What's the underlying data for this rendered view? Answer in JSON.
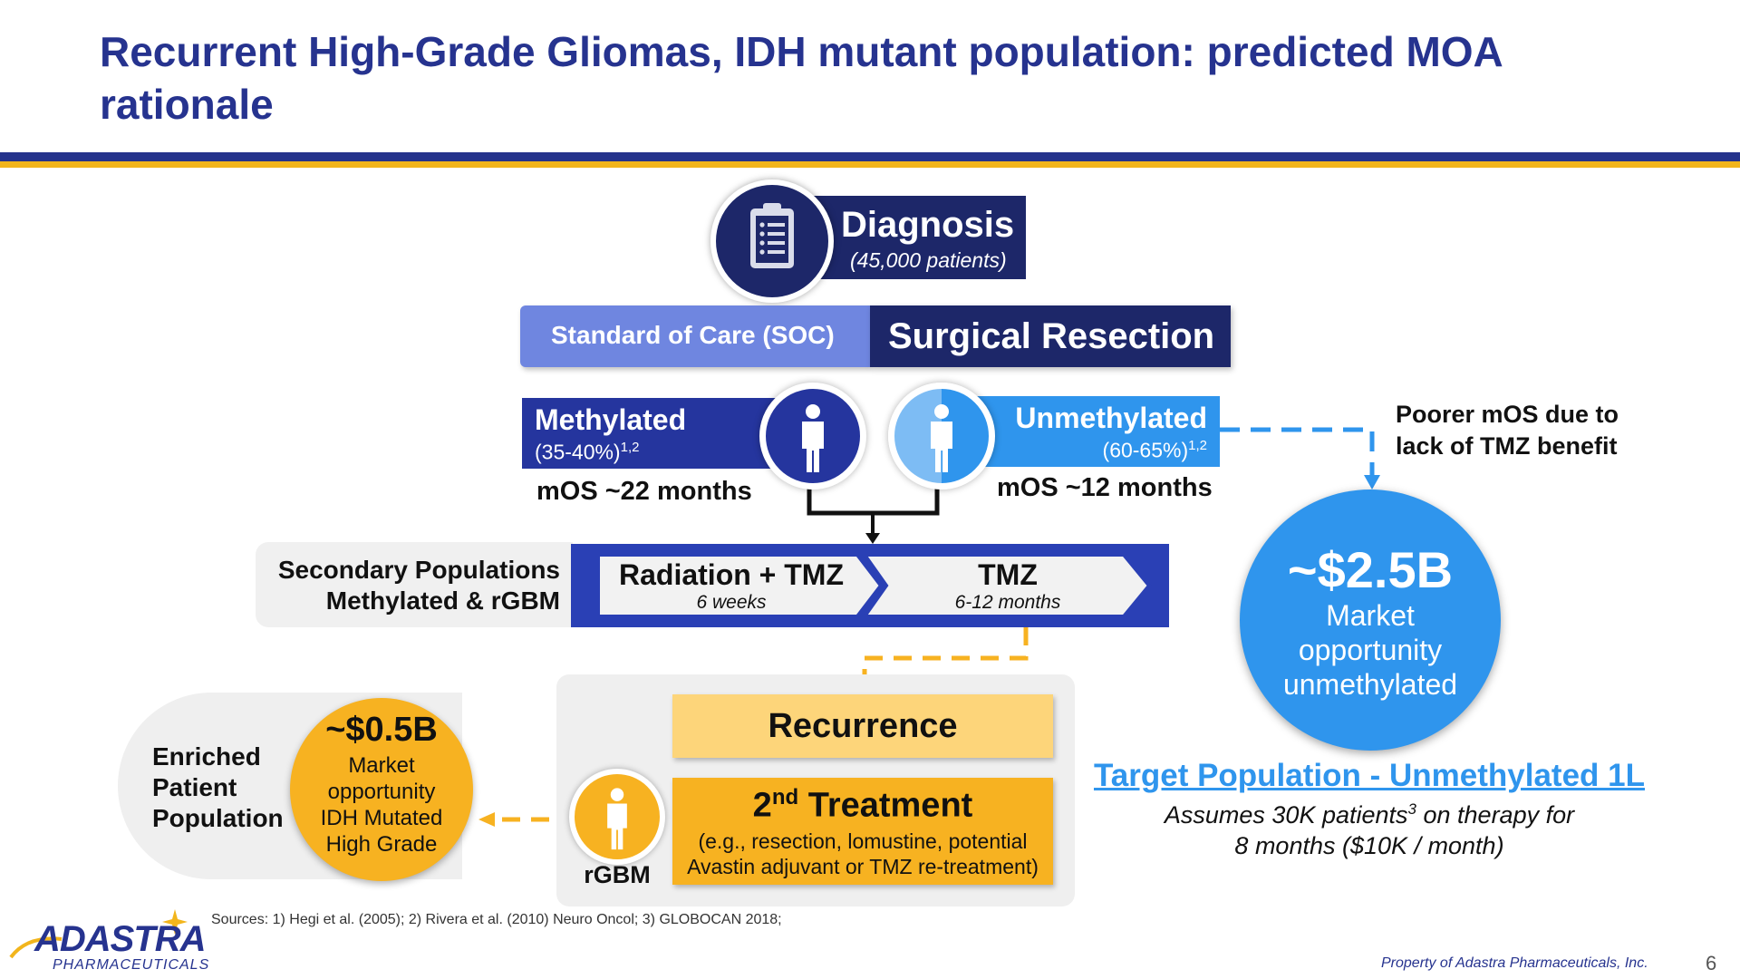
{
  "slide": {
    "title": "Recurrent High-Grade Gliomas, IDH mutant population: predicted MOA rationale",
    "page_number": "6",
    "footer": "Property of Adastra Pharmaceuticals, Inc.",
    "sources": "Sources: 1) Hegi et al. (2005); 2) Rivera et al. (2010) Neuro Oncol; 3) GLOBOCAN 2018;"
  },
  "logo": {
    "name": "ADASTRA",
    "sub": "PHARMACEUTICALS"
  },
  "diagnosis": {
    "title": "Diagnosis",
    "patients": "(45,000 patients)",
    "icon": "clipboard-icon"
  },
  "soc": {
    "label": "Standard of Care (SOC)",
    "value": "Surgical Resection"
  },
  "methylated": {
    "title": "Methylated",
    "pct": "(35-40%)",
    "sup": "1,2",
    "mos": "mOS ~22 months"
  },
  "unmethylated": {
    "title": "Unmethylated",
    "pct": "(60-65%)",
    "sup": "1,2",
    "mos": "mOS ~12 months"
  },
  "poorer_note": {
    "line1": "Poorer mOS due to",
    "line2": "lack of TMZ benefit"
  },
  "secondary": {
    "line1": "Secondary Populations",
    "line2": "Methylated & rGBM"
  },
  "therapy": [
    {
      "label": "Radiation + TMZ",
      "duration": "6 weeks"
    },
    {
      "label": "TMZ",
      "duration": "6-12 months"
    }
  ],
  "market_unmethylated": {
    "value": "~$2.5B",
    "line1": "Market",
    "line2": "opportunity",
    "line3": "unmethylated"
  },
  "target": {
    "title": "Target Population - Unmethylated 1L",
    "line1_a": "Assumes 30K patients",
    "line1_sup": "3",
    "line1_b": " on therapy for",
    "line2": "8 months ($10K / month)"
  },
  "recurrence": {
    "label": "Recurrence"
  },
  "treatment2": {
    "title_num": "2",
    "title_sup": "nd",
    "title_rest": " Treatment",
    "line1": "(e.g., resection, lomustine, potential",
    "line2": "Avastin adjuvant or TMZ re-treatment)"
  },
  "rgbm": {
    "label": "rGBM"
  },
  "enriched": {
    "line1": "Enriched",
    "line2": "Patient",
    "line3": "Population",
    "value": "~$0.5B",
    "m1": "Market",
    "m2": "opportunity",
    "m3": "IDH Mutated",
    "m4": "High Grade"
  },
  "colors": {
    "title": "#26338f",
    "navy": "#1d2769",
    "royal": "#25359e",
    "sky": "#2f95ed",
    "soc_light": "#6f86e0",
    "gold": "#f7b221",
    "gold_light": "#fdd57a",
    "rule_gold": "#f2b51c"
  }
}
